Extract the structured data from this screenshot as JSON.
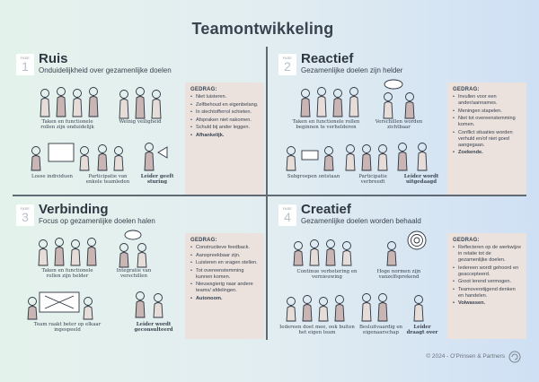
{
  "title": "Teamontwikkeling",
  "footer": "© 2024 - O'Prinsen & Partners",
  "badge_label": "FASE",
  "gedrag_heading": "GEDRAG:",
  "quadrants": [
    {
      "num": "1",
      "title": "Ruis",
      "subtitle": "Onduidelijkheid over gezamenlijke doelen",
      "captions": [
        "Taken en functionele rollen zijn onduidelijk",
        "Weinig veiligheid",
        "Losse individuen",
        "Participatie van enkele teamleden",
        "Leider geeft sturing"
      ],
      "gedrag": [
        "Niet luisteren.",
        "Zelfbehoud en eigenbelang.",
        "In slechtofferrol schieten.",
        "Afspraken niet nakomen.",
        "Schuld bij ander leggen.",
        "Afhankelijk."
      ]
    },
    {
      "num": "2",
      "title": "Reactief",
      "subtitle": "Gezamenlijke doelen zijn helder",
      "captions": [
        "Taken en functionele rollen beginnen te verhelderen",
        "Verschillen worden zichtbaar",
        "Subgroepen ontstaan",
        "Participatie verbreedt",
        "Leider wordt uitgedaagd"
      ],
      "gedrag": [
        "Invullen voor een ander/aannames.",
        "Meningen stapelen.",
        "Niet tot overeenstemming komen.",
        "Conflict situaties worden verhuld en/of niet goed aangegaan.",
        "Zoekende."
      ]
    },
    {
      "num": "3",
      "title": "Verbinding",
      "subtitle": "Focus op gezamenlijke doelen halen",
      "captions": [
        "Taken en functionele rollen zijn helder",
        "Integratie van verschillen",
        "Team raakt beter op elkaar ingespeeld",
        "Leider wordt geconsulteerd"
      ],
      "gedrag": [
        "Constructieve feedback.",
        "Aanspreekbaar zijn.",
        "Luisteren en vragen stellen.",
        "Tot overeenstemming kunnen komen.",
        "Nieuwsgierig naar andere teams/ afdelingen.",
        "Autonoom."
      ]
    },
    {
      "num": "4",
      "title": "Creatief",
      "subtitle": "Gezamenlijke doelen worden behaald",
      "captions": [
        "Continue verbetering en vernieuwing",
        "Hoge normen zijn vanzelfsprekend",
        "Iedereen doet mee, ook buiten het eigen team",
        "Besluitvaardig en eigenaarschap",
        "Leider draagt over"
      ],
      "gedrag": [
        "Reflecteren op de werkwijze in relatie tot de gezamenlijke doelen.",
        "Iedereen wordt gehoord en geaccepteerd.",
        "Groot lerend vermogen.",
        "Teamoverstijgend denken en handelen.",
        "Volwassen."
      ]
    }
  ],
  "colors": {
    "accent": "#8a6b6b",
    "panel": "#ebe2dd",
    "figure_fill": "#c9b5b3",
    "line": "#606a75"
  }
}
